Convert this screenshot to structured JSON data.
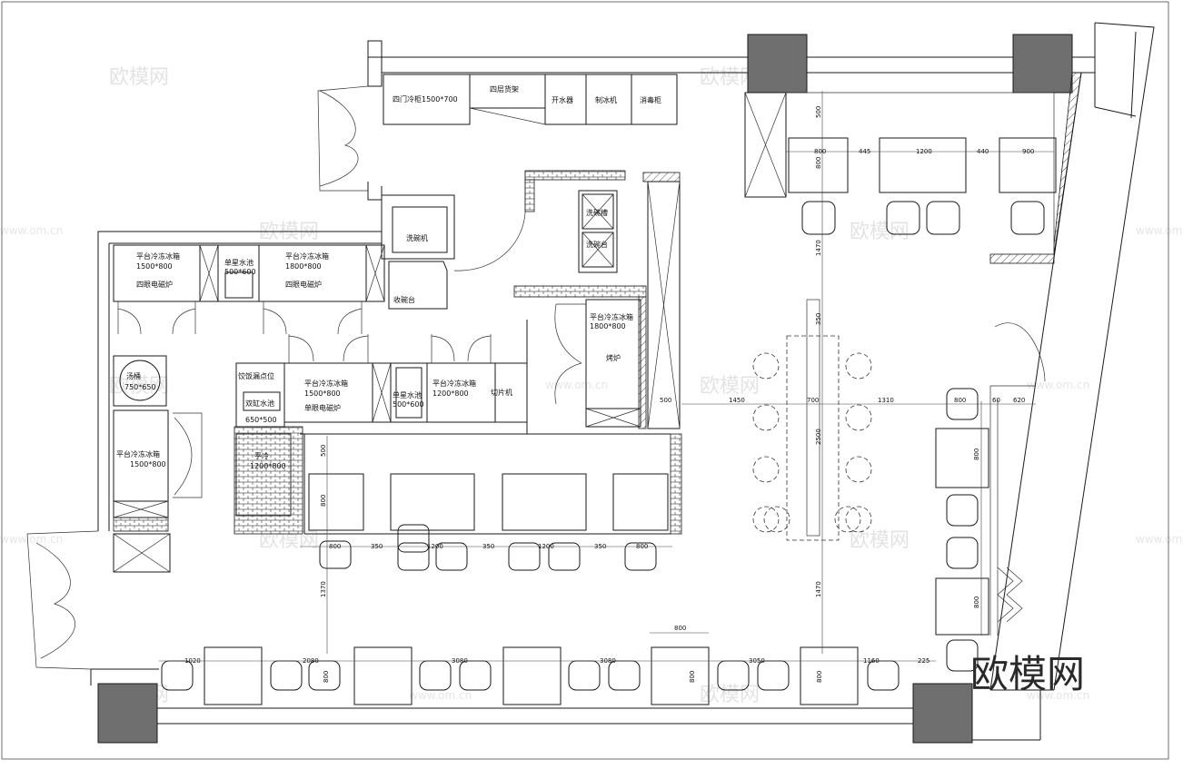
{
  "watermark": {
    "text": "欧模网",
    "url": "www.om.cn"
  },
  "brand": {
    "text": "欧模网"
  },
  "labels": {
    "four_door_fridge": "四门冷柜1500*700",
    "four_layer_shelf": "四层货架",
    "water_boiler": "开水器",
    "ice_maker": "制冰机",
    "sterilizer": "消毒柜",
    "dishwasher": "洗碗机",
    "dish_collect": "收碗台",
    "wash_dish": "洗碗槽",
    "wash_bowl": "洗碗台",
    "fz1_title": "平台冷冻冰箱",
    "fz1_size": "1500*800",
    "stove_four_a": "四眼电磁炉",
    "sink_single": "单星水池",
    "sink_single_size": "500*600",
    "fz2_title": "平台冷冻冰箱",
    "fz2_size": "1800*800",
    "stove_four_b": "四眼电磁炉",
    "fz_right_title": "平台冷冻冰箱",
    "fz_right_size": "1800*800",
    "roast": "烤炉",
    "soup_title": "汤桶",
    "soup_size": "750*650",
    "dumpling": "饺饭漏点位",
    "sink_double": "双缸水池",
    "sink_double_size": "650*500",
    "fz3_title": "平台冷冻冰箱",
    "fz3_size": "1500*800",
    "stove_single": "单眼电磁炉",
    "sink_single2": "单星水池",
    "sink_single2_size": "500*600",
    "fz4_title": "平台冷冻冰箱",
    "fz4_size": "1200*800",
    "slicer": "切片机",
    "fz5_title": "平台冷冻冰箱",
    "fz5_size": "1500*800",
    "flat_cold": "平冷",
    "flat_cold_size": "1200*800"
  },
  "dimensions": {
    "top_row": [
      "800",
      "445",
      "1200",
      "440",
      "900"
    ],
    "top_vertical": [
      "500",
      "800"
    ],
    "right_vertical": [
      "1470",
      "350",
      "2500",
      "1470"
    ],
    "middle_row": [
      "500",
      "1450",
      "700",
      "1310",
      "800",
      "60",
      "620"
    ],
    "right_col": [
      "800",
      "800"
    ],
    "counter_vertical": [
      "500",
      "800"
    ],
    "counter_row": [
      "800",
      "350",
      "1200",
      "350",
      "1200",
      "350",
      "800"
    ],
    "left_vertical": [
      "1370"
    ],
    "bottom_top": [
      "800"
    ],
    "bottom_row": [
      "1020",
      "2080",
      "3080",
      "3080",
      "3050",
      "1160",
      "225"
    ],
    "bottom_vertical": [
      "800",
      "800",
      "800"
    ]
  }
}
